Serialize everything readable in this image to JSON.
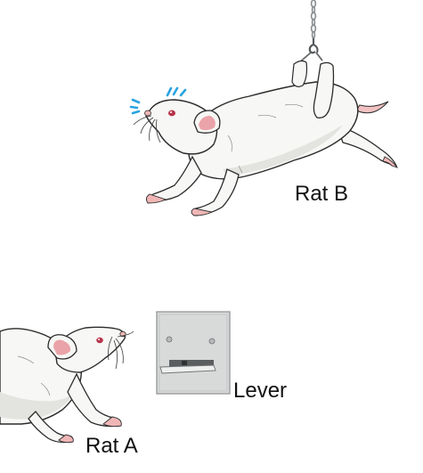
{
  "labels": {
    "rat_b": "Rat B",
    "rat_a": "Rat A",
    "lever": "Lever"
  },
  "colors": {
    "fur": "#f7f7f5",
    "fur_shade": "#dcdcd8",
    "outline": "#2b2b2b",
    "pink": "#f0b6b6",
    "ear_inner": "#eaa3a8",
    "eye": "#b8344a",
    "stress_marks": "#29a3e0",
    "lever_plate": "#d8d9d9",
    "lever_edge": "#9a9c9d",
    "chain": "#8a8d90"
  },
  "icons": {
    "rat_b": "suspended-rat-illustration",
    "rat_a": "observer-rat-illustration",
    "lever": "lever-panel-illustration",
    "chain": "chain-hook-illustration",
    "stress": "stress-marks-icon"
  }
}
